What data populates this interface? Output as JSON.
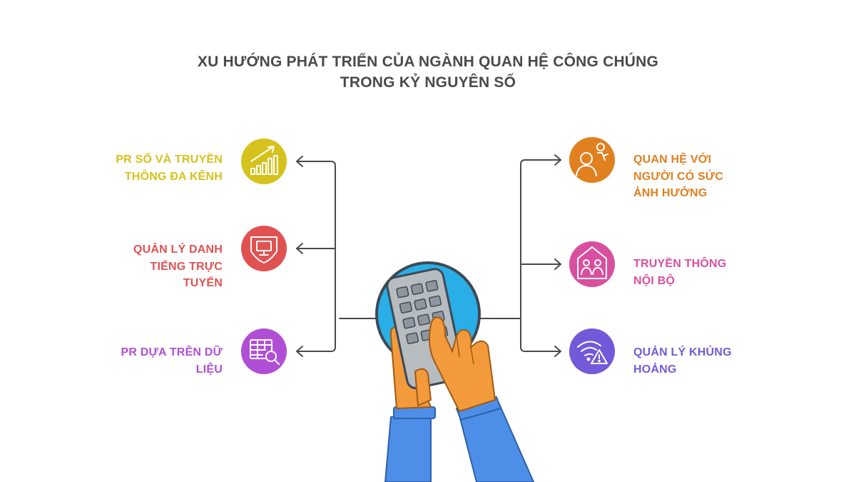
{
  "title": {
    "line1": "XU HƯỚNG PHÁT TRIỂN CỦA NGÀNH QUAN HỆ CÔNG CHÚNG",
    "line2": "TRONG KỶ NGUYÊN SỐ"
  },
  "colors": {
    "title_text": "#4a4a4a",
    "connector": "#4a4a4a",
    "circle_ring": "#3d4a55",
    "circle_fill": "#2aaee8",
    "calculator_body": "#b7bcc1",
    "calculator_key": "#8f969d",
    "hand": "#f39a3d",
    "sleeve": "#4d8fe8"
  },
  "left_items": [
    {
      "label": "PR SỐ VÀ TRUYỀN\nTHÔNG ĐA KÊNH",
      "color": "#d6c21c",
      "icon": "growth-chart-icon"
    },
    {
      "label": "QUẢN LÝ DANH\nTIẾNG TRỰC\nTUYẾN",
      "color": "#e05252",
      "icon": "monitor-shield-icon"
    },
    {
      "label": "PR DỰA TRÊN DỮ\nLIỆU",
      "color": "#b04fd6",
      "icon": "data-search-icon"
    }
  ],
  "right_items": [
    {
      "label": "QUAN HỆ VỚI\nNGƯỜI CÓ SỨC\nẢNH HƯỞNG",
      "color": "#e0801f",
      "icon": "influencer-icon"
    },
    {
      "label": "TRUYỀN THÔNG\nNỘI BỘ",
      "color": "#d94f9f",
      "icon": "team-house-icon"
    },
    {
      "label": "QUẢN LÝ KHỦNG\nHOẢNG",
      "color": "#7359d9",
      "icon": "wifi-warning-icon"
    }
  ]
}
